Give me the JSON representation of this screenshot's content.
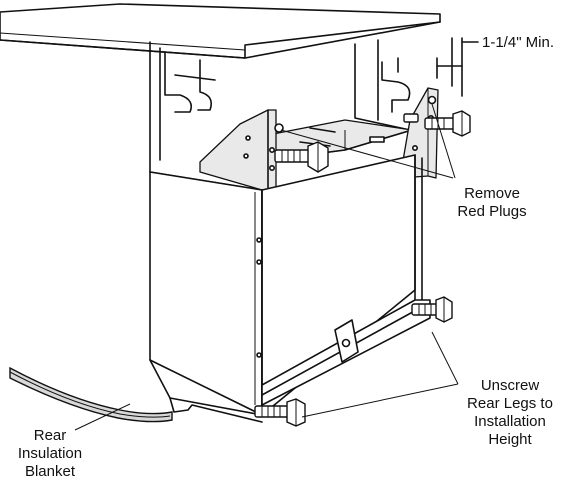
{
  "diagram": {
    "labels": {
      "min_clearance": "1-1/4\" Min.",
      "remove_plugs": [
        "Remove",
        "Red Plugs"
      ],
      "unscrew_legs": [
        "Unscrew",
        "Rear Legs to",
        "Installation",
        "Height"
      ],
      "rear_insulation": [
        "Rear",
        "Insulation",
        "Blanket"
      ]
    },
    "colors": {
      "ink": "#111111",
      "paper": "#ffffff",
      "blanket": "#d8d8d8"
    }
  }
}
